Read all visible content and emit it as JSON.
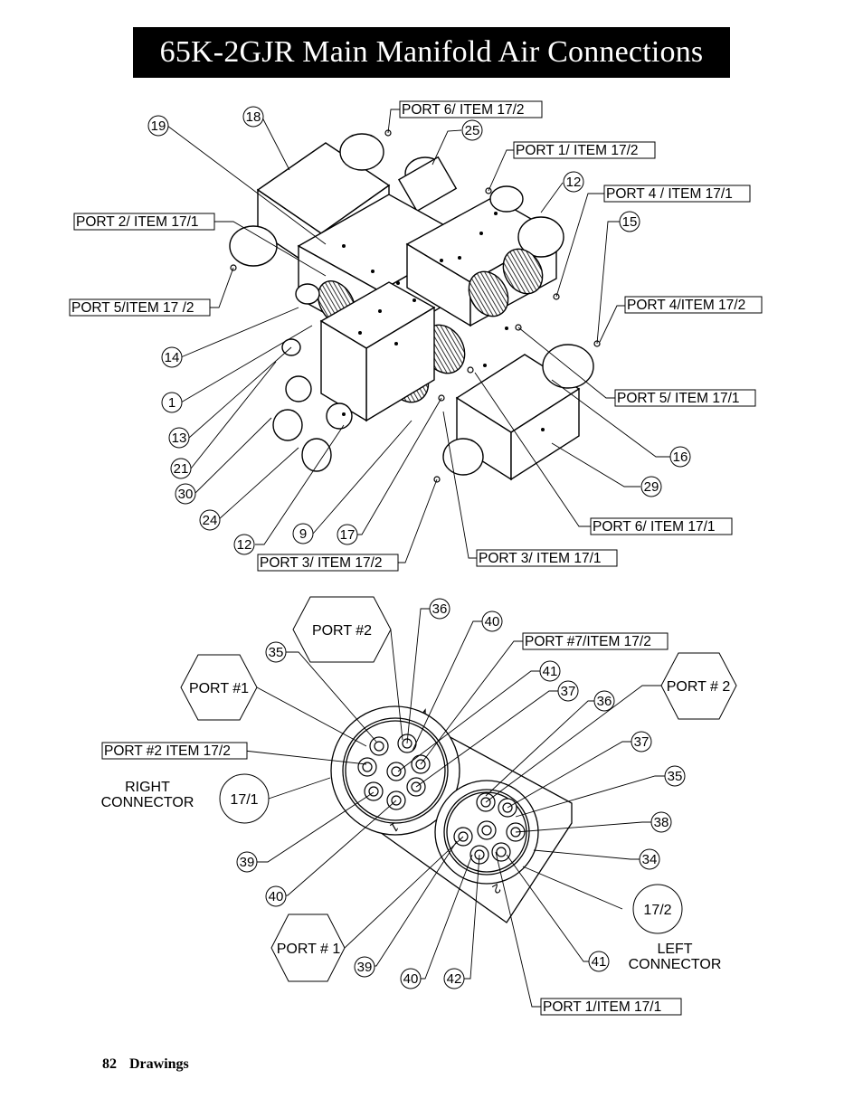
{
  "title": "65K-2GJR Main Manifold Air Connections",
  "footer": {
    "page": "82",
    "section": "Drawings"
  },
  "top_diagram": {
    "boxed_labels": [
      "PORT 6/ ITEM 17/2",
      "PORT 1/ ITEM 17/2",
      "PORT 4 / ITEM 17/1",
      "PORT 2/ ITEM 17/1",
      "PORT 4/ITEM 17/2",
      "PORT 5/ITEM 17 /2",
      "PORT 5/ ITEM 17/1",
      "PORT 6/ ITEM 17/1",
      "PORT 3/ ITEM 17/1",
      "PORT 3/ ITEM 17/2"
    ],
    "callouts": [
      "19",
      "18",
      "25",
      "12",
      "15",
      "14",
      "1",
      "13",
      "21",
      "30",
      "24",
      "12",
      "9",
      "17",
      "16",
      "29"
    ]
  },
  "bottom_diagram": {
    "hex_labels": [
      "PORT #2",
      "PORT #1",
      "PORT # 2",
      "PORT # 1"
    ],
    "boxed_labels": [
      "PORT #7/ITEM 17/2",
      "PORT #2 ITEM 17/2",
      "PORT 1/ITEM 17/1"
    ],
    "circle_labels": [
      "17/1",
      "17/2"
    ],
    "right_connector": [
      "RIGHT",
      "CONNECTOR"
    ],
    "left_connector": [
      "LEFT",
      "CONNECTOR"
    ],
    "callouts": [
      "36",
      "40",
      "35",
      "41",
      "37",
      "36",
      "37",
      "35",
      "38",
      "34",
      "39",
      "40",
      "41",
      "39",
      "40",
      "42"
    ],
    "plate_marks": [
      "1",
      "2"
    ]
  }
}
